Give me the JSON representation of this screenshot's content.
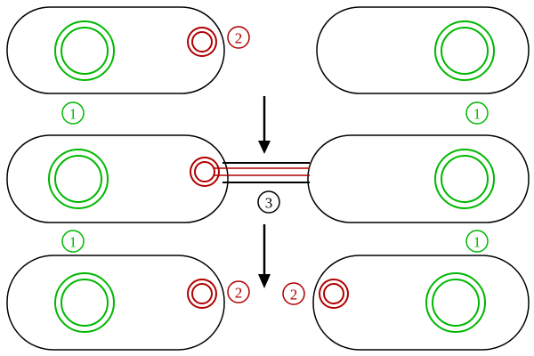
{
  "diagram": {
    "colors": {
      "cell_outline": "#000000",
      "chromosome": "#00b800",
      "plasmid": "#b00000",
      "arrow": "#000000",
      "bridge_outline": "#000000",
      "background": "#ffffff"
    },
    "labels": {
      "chromosome": {
        "text": "1",
        "color": "#00b800"
      },
      "plasmid": {
        "text": "2",
        "color": "#b00000"
      },
      "bridge": {
        "text": "3",
        "color": "#000000"
      }
    }
  }
}
